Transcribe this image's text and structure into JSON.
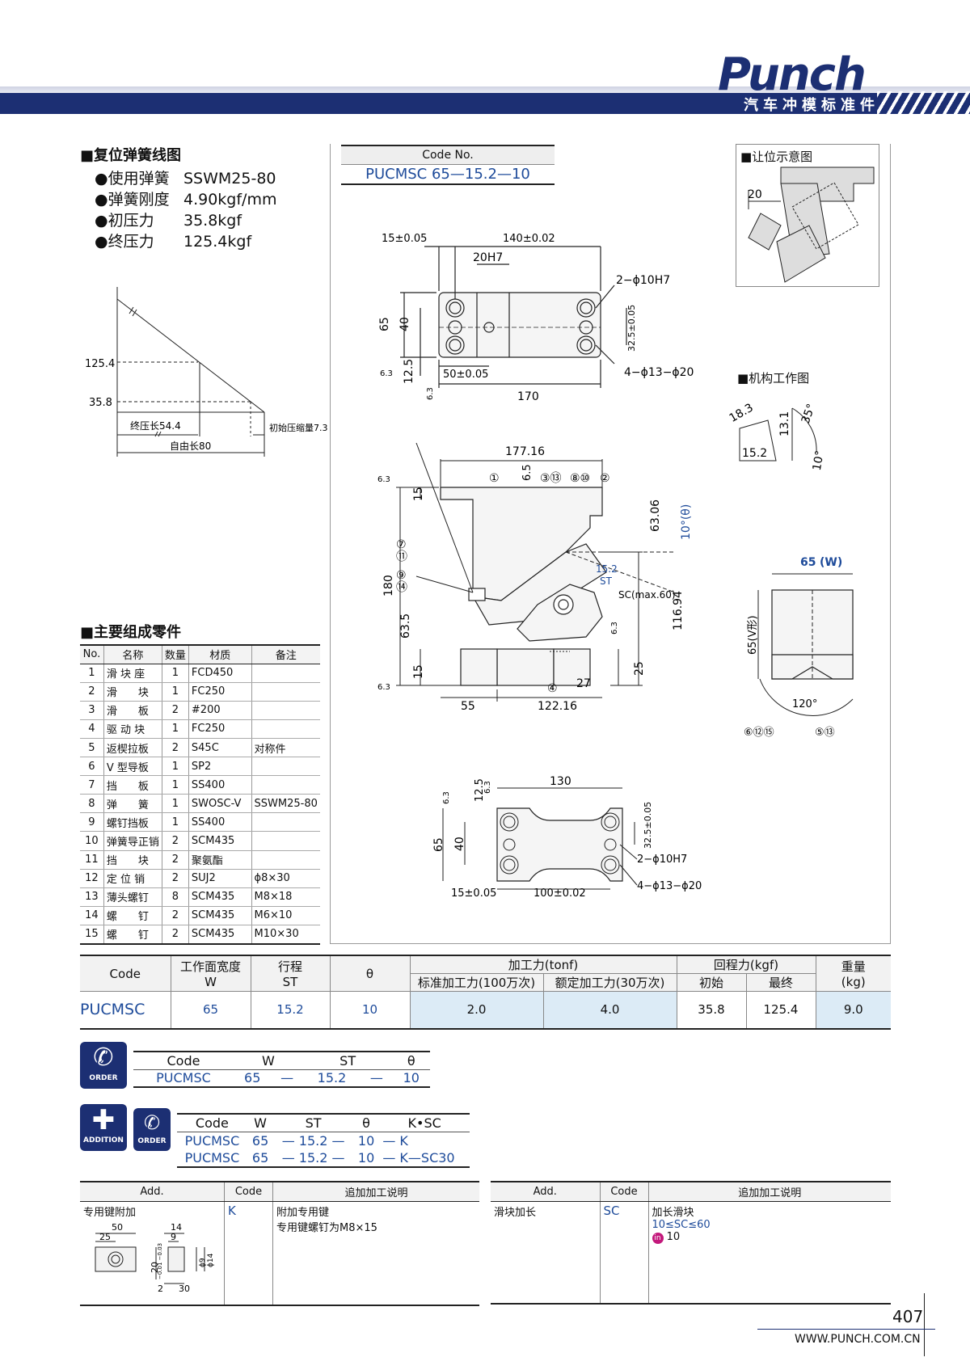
{
  "header": {
    "brand": "Punch",
    "subtitle": "汽车冲模标准件"
  },
  "spring": {
    "title": "■复位弹簧线图",
    "items": [
      {
        "label": "●使用弹簧",
        "value": "SSWM25-80"
      },
      {
        "label": "●弹簧刚度",
        "value": "4.90kgf/mm"
      },
      {
        "label": "●初压力",
        "value": "35.8kgf"
      },
      {
        "label": "●终压力",
        "value": "125.4kgf"
      }
    ],
    "graph": {
      "y_high": "125.4",
      "y_low": "35.8",
      "final_len": "终压长54.4",
      "init_comp": "初始压缩量7.3",
      "free_len": "自由长80"
    }
  },
  "code": {
    "header": "Code No.",
    "value": "PUCMSC 65—15.2—10"
  },
  "clearance": {
    "title": "■让位示意图",
    "dim": "20"
  },
  "mechanism": {
    "title": "■机构工作图",
    "dims": [
      "18.3",
      "13.1",
      "35°",
      "15.2",
      "10°"
    ]
  },
  "top_view": {
    "d1": "15±0.05",
    "d2": "140±0.02",
    "d3": "20H7",
    "d4": "2−ϕ10H7",
    "d5": "65",
    "d6": "40",
    "d7": "32.5±0.05",
    "d8": "12.5",
    "d9": "50±0.05",
    "d10": "4−ϕ13−ϕ20",
    "d11": "170",
    "r1": "6.3",
    "r2": "6.3"
  },
  "front_view": {
    "width": "177.16",
    "nums": [
      "①",
      "6.5",
      "③⑬",
      "⑧⑩",
      "②"
    ],
    "d15": "15",
    "d180": "180",
    "d6306": "63.06",
    "theta": "10°(θ)",
    "left_nums": [
      "⑦",
      "⑪",
      "⑨",
      "⑭"
    ],
    "st": "15.2",
    "st_lbl": "ST",
    "sc": "SC(max.60)",
    "d11694": "116.94",
    "d635": "63.5",
    "d15b": "15",
    "d25": "25",
    "d27": "27",
    "n4": "④",
    "d55": "55",
    "d12216": "122.16",
    "r1": "6.3",
    "r2": "6.3",
    "r3": "6.3"
  },
  "side_view": {
    "w": "65",
    "wl": "(W)",
    "h": "65(V形)",
    "ang": "120°",
    "left": "⑥⑫⑮",
    "right": "⑤⑬"
  },
  "bottom_view": {
    "d130": "130",
    "d125": "12.5",
    "d65": "65",
    "d40": "40",
    "d325": "32.5±0.05",
    "dpin": "2−ϕ10H7",
    "dholes": "4−ϕ13−ϕ20",
    "d15": "15±0.05",
    "d100": "100±0.02",
    "r1": "6.3",
    "r2": "6.3"
  },
  "parts": {
    "title": "■主要组成零件",
    "headers": [
      "No.",
      "名称",
      "数量",
      "材质",
      "备注"
    ],
    "rows": [
      [
        "1",
        "滑 块 座",
        "1",
        "FCD450",
        ""
      ],
      [
        "2",
        "滑　　块",
        "1",
        "FC250",
        ""
      ],
      [
        "3",
        "滑　　板",
        "2",
        "#200",
        ""
      ],
      [
        "4",
        "驱 动 块",
        "1",
        "FC250",
        ""
      ],
      [
        "5",
        "返楔拉板",
        "2",
        "S45C",
        "对称件"
      ],
      [
        "6",
        "V 型导板",
        "1",
        "SP2",
        ""
      ],
      [
        "7",
        "挡　　板",
        "1",
        "SS400",
        ""
      ],
      [
        "8",
        "弹　　簧",
        "1",
        "SWOSC-V",
        "SSWM25-80"
      ],
      [
        "9",
        "螺钉挡板",
        "1",
        "SS400",
        ""
      ],
      [
        "10",
        "弹簧导正销",
        "2",
        "SCM435",
        ""
      ],
      [
        "11",
        "挡　　块",
        "2",
        "聚氨酯",
        ""
      ],
      [
        "12",
        "定 位 销",
        "2",
        "SUJ2",
        "ϕ8×30"
      ],
      [
        "13",
        "薄头螺钉",
        "8",
        "SCM435",
        "M8×18"
      ],
      [
        "14",
        "螺　　钉",
        "2",
        "SCM435",
        "M6×10"
      ],
      [
        "15",
        "螺　　钉",
        "2",
        "SCM435",
        "M10×30"
      ]
    ]
  },
  "spec": {
    "h_code": "Code",
    "h_w1": "工作面宽度",
    "h_w2": "W",
    "h_st1": "行程",
    "h_st2": "ST",
    "h_theta": "θ",
    "h_force": "加工力(tonf)",
    "h_std": "标准加工力(100万次)",
    "h_rated": "额定加工力(30万次)",
    "h_ret": "回程力(kgf)",
    "h_init": "初始",
    "h_final": "最终",
    "h_wt1": "重量",
    "h_wt2": "(kg)",
    "v_code": "PUCMSC",
    "v_w": "65",
    "v_st": "15.2",
    "v_theta": "10",
    "v_std": "2.0",
    "v_rated": "4.0",
    "v_init": "35.8",
    "v_final": "125.4",
    "v_wt": "9.0"
  },
  "order": {
    "icon_label": "ORDER",
    "headers": [
      "Code",
      "W",
      "ST",
      "θ"
    ],
    "row": [
      "PUCMSC",
      "65",
      "—",
      "15.2",
      "—",
      "10"
    ]
  },
  "addition": {
    "icon_add": "ADDITION",
    "icon_order": "ORDER",
    "headers": [
      "Code",
      "W",
      "ST",
      "θ",
      "K•SC"
    ],
    "rows": [
      [
        "PUCMSC",
        "65",
        "— 15.2 —",
        "10",
        "— K"
      ],
      [
        "PUCMSC",
        "65",
        "— 15.2 —",
        "10",
        "— K—SC30"
      ]
    ]
  },
  "add1": {
    "h_add": "Add.",
    "h_code": "Code",
    "h_desc": "追加加工说明",
    "name": "专用键附加",
    "code": "K",
    "desc1": "附加专用键",
    "desc2": "专用键螺钉为M8×15",
    "dims": [
      "50",
      "25",
      "14",
      "9",
      "20",
      "2",
      "30",
      "ϕ9",
      "ϕ14"
    ],
    "tol": "−0.01 −0.03"
  },
  "add2": {
    "h_add": "Add.",
    "h_code": "Code",
    "h_desc": "追加加工说明",
    "name": "滑块加长",
    "code": "SC",
    "desc1": "加长滑块",
    "desc2": "10≤SC≤60",
    "in": "in",
    "desc3": "10"
  },
  "footer": {
    "page": "407",
    "url": "WWW.PUNCH.COM.CN"
  },
  "colors": {
    "navy": "#1c2f73",
    "blue": "#1e4b9a",
    "light": "#dcebf6"
  }
}
